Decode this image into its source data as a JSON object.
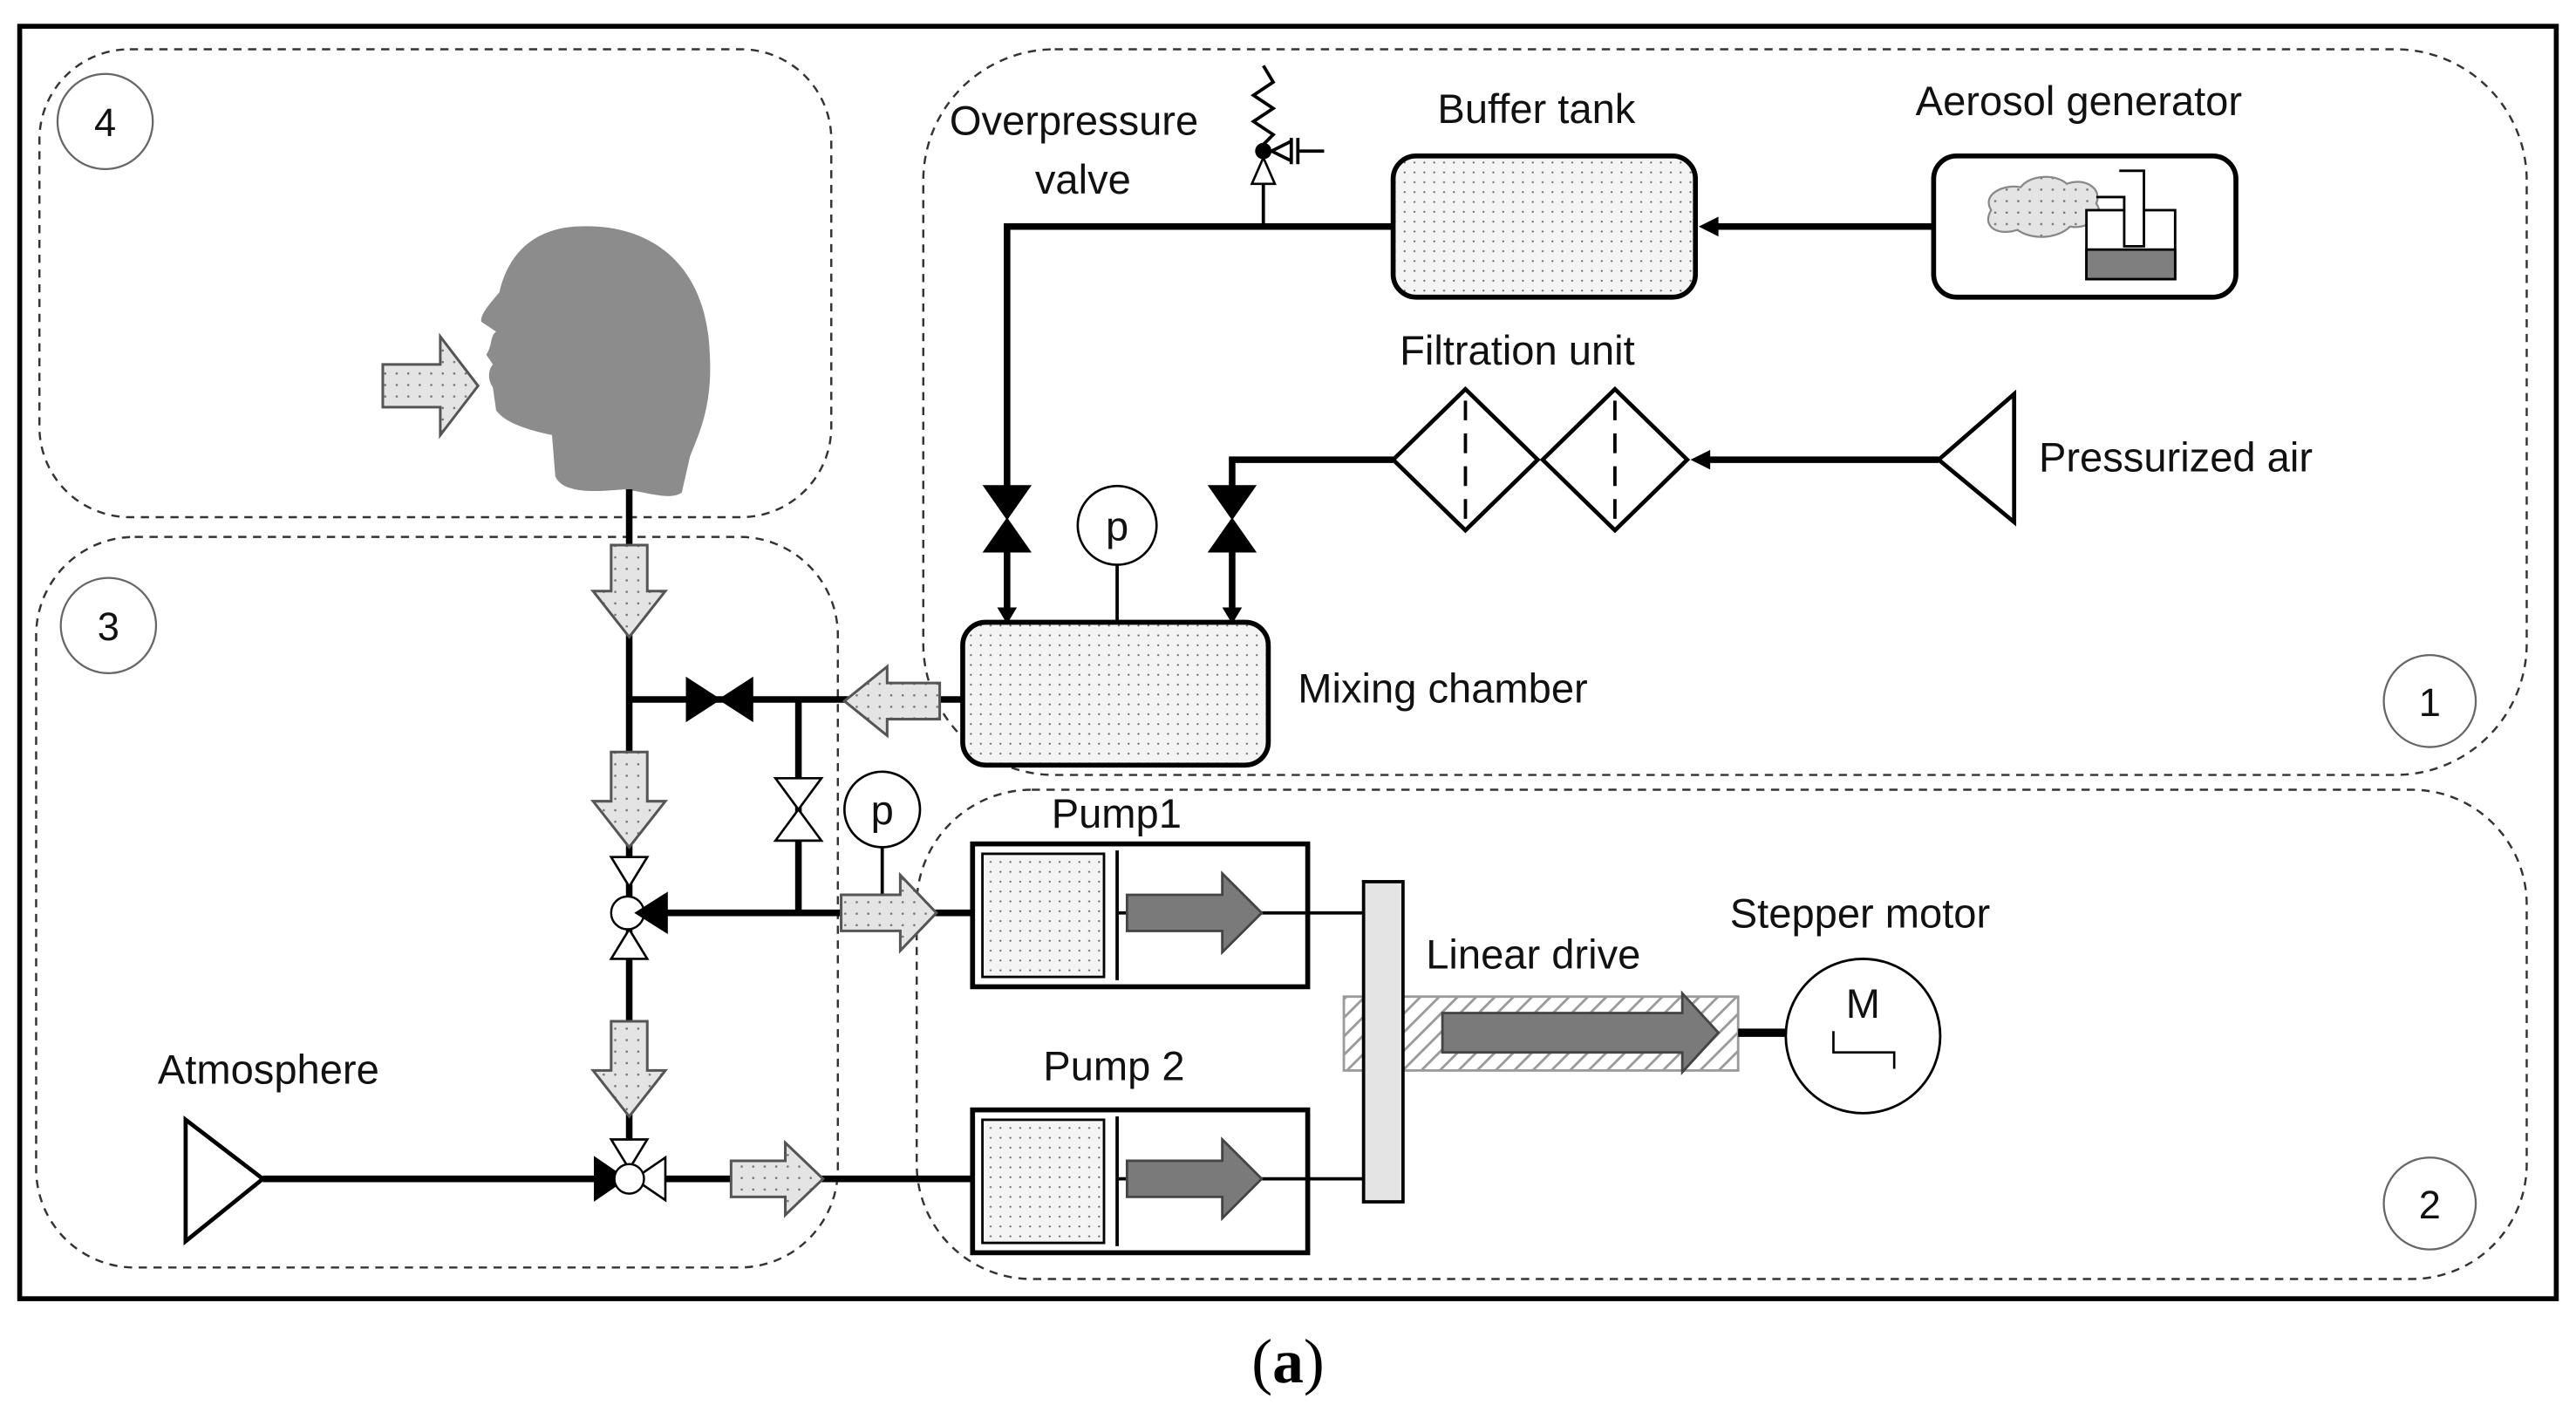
{
  "figure": {
    "caption_open": "(",
    "caption_letter": "a",
    "caption_close": ")"
  },
  "zones": [
    {
      "id": "1",
      "label": "1"
    },
    {
      "id": "2",
      "label": "2"
    },
    {
      "id": "3",
      "label": "3"
    },
    {
      "id": "4",
      "label": "4"
    }
  ],
  "components": {
    "overpressure_valve_line1": "Overpressure",
    "overpressure_valve_line2": "valve",
    "buffer_tank": "Buffer tank",
    "aerosol_generator": "Aerosol generator",
    "filtration_unit": "Filtration unit",
    "pressurized_air": "Pressurized air",
    "mixing_chamber": "Mixing chamber",
    "pump1": "Pump1",
    "pump2": "Pump 2",
    "linear_drive": "Linear drive",
    "stepper_motor": "Stepper motor",
    "motor_symbol": "M",
    "atmosphere": "Atmosphere",
    "pressure_gauge_symbol": "p"
  },
  "colors": {
    "head": "#8c8c8c",
    "flow_arrow_fill": "#e6e6e6",
    "drive_arrow": "#7a7a7a",
    "liquid": "#7f7f7f",
    "hatch": "#9a9a9a"
  }
}
